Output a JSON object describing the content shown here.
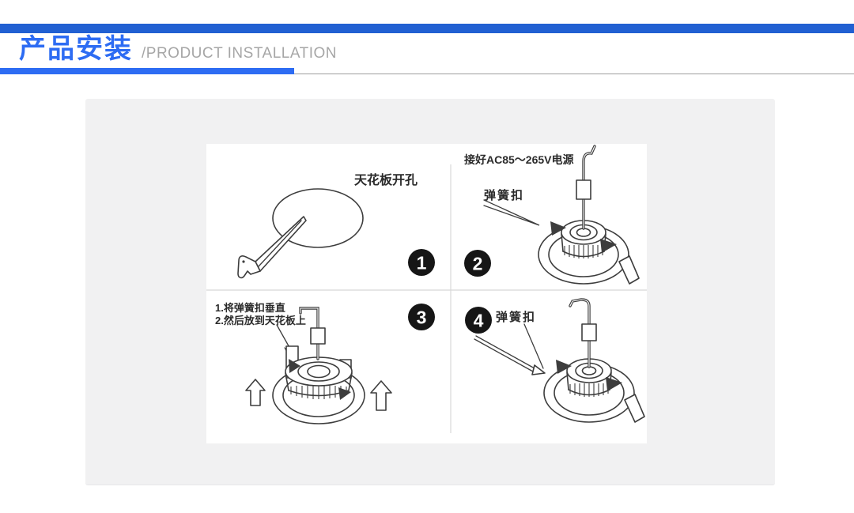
{
  "header": {
    "top_bar_color": "#2160d2",
    "title": "产品安装",
    "subtitle": "/PRODUCT INSTALLATION",
    "accent_color": "#2d6cf3",
    "subtitle_color": "#a6a6a6",
    "hairline_color": "#9e9e9e"
  },
  "diagram": {
    "background_color": "#f1f1f2",
    "panel_color": "#ffffff",
    "line_color": "#3d3d3d",
    "divider_color": "#d8d8d8",
    "badge_color": "#161616",
    "steps": [
      {
        "number": "1",
        "labels": [
          "天花板开孔"
        ]
      },
      {
        "number": "2",
        "labels": [
          "接好AC85～265V电源",
          "弹簧扣"
        ]
      },
      {
        "number": "3",
        "labels": [
          "1.将弹簧扣垂直",
          "2.然后放到天花板上"
        ]
      },
      {
        "number": "4",
        "labels": [
          "弹簧扣"
        ]
      }
    ]
  }
}
